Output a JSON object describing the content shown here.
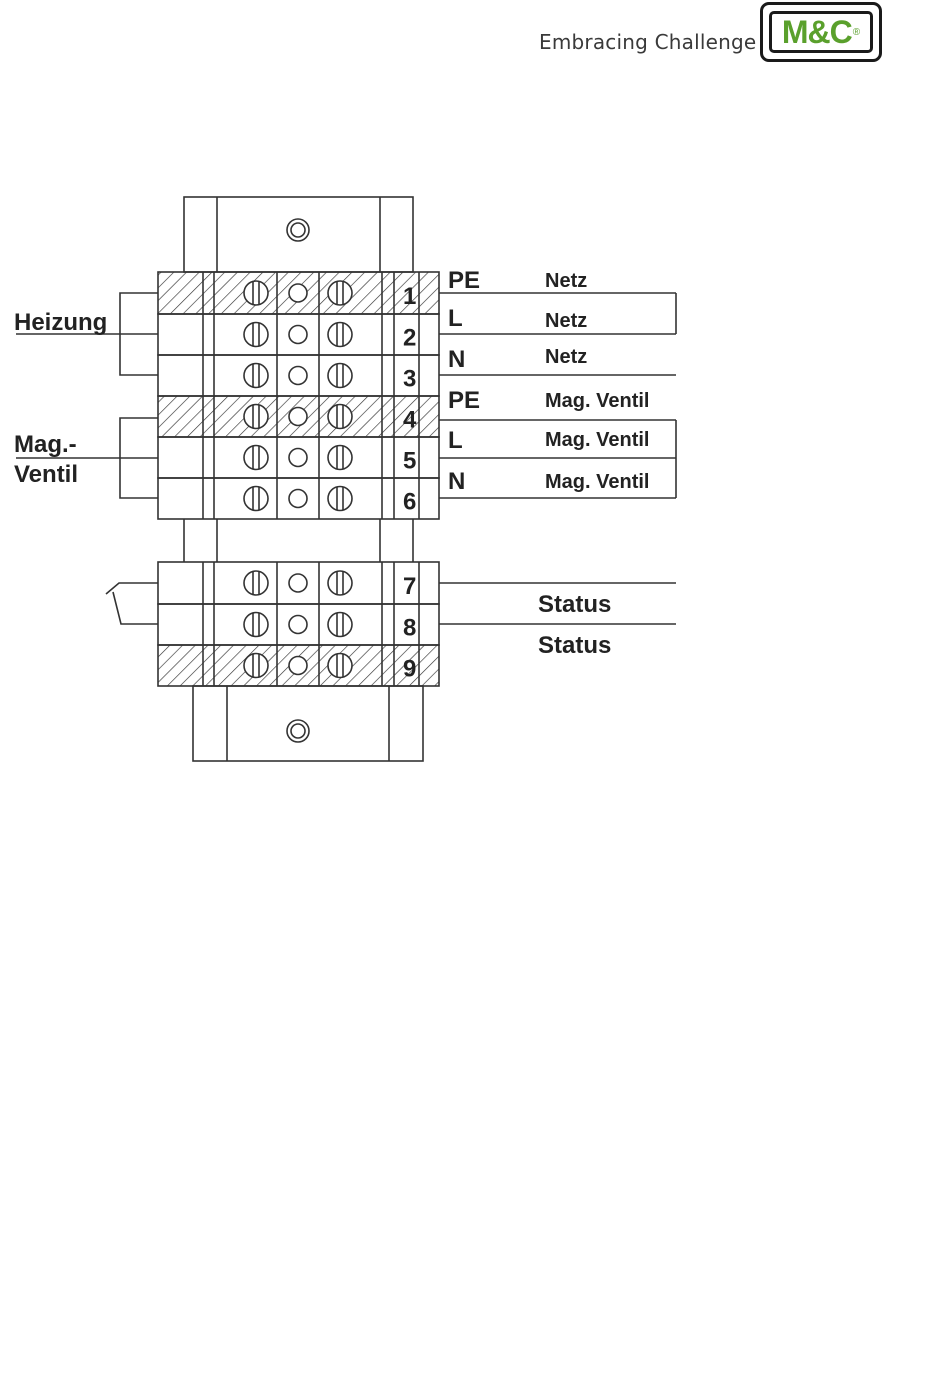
{
  "header": {
    "tagline": "Embracing Challenge",
    "logo_text": "M&C",
    "logo_mark": "®",
    "brand_color": "#5aa02c"
  },
  "left_labels": {
    "heizung": "Heizung",
    "mag_line1": "Mag.-",
    "mag_line2": "Ventil"
  },
  "terminals": [
    {
      "number": "1",
      "hatched": true,
      "wire": "PE",
      "function": "Netz"
    },
    {
      "number": "2",
      "hatched": false,
      "wire": "L",
      "function": "Netz"
    },
    {
      "number": "3",
      "hatched": false,
      "wire": "N",
      "function": "Netz"
    },
    {
      "number": "4",
      "hatched": true,
      "wire": "PE",
      "function": "Mag. Ventil"
    },
    {
      "number": "5",
      "hatched": false,
      "wire": "L",
      "function": "Mag. Ventil"
    },
    {
      "number": "6",
      "hatched": false,
      "wire": "N",
      "function": "Mag. Ventil"
    },
    {
      "number": "7",
      "hatched": false,
      "wire": "",
      "function": ""
    },
    {
      "number": "8",
      "hatched": false,
      "wire": "",
      "function": ""
    },
    {
      "number": "9",
      "hatched": true,
      "wire": "",
      "function": ""
    }
  ],
  "status_labels": [
    "Status",
    "Status"
  ]
}
